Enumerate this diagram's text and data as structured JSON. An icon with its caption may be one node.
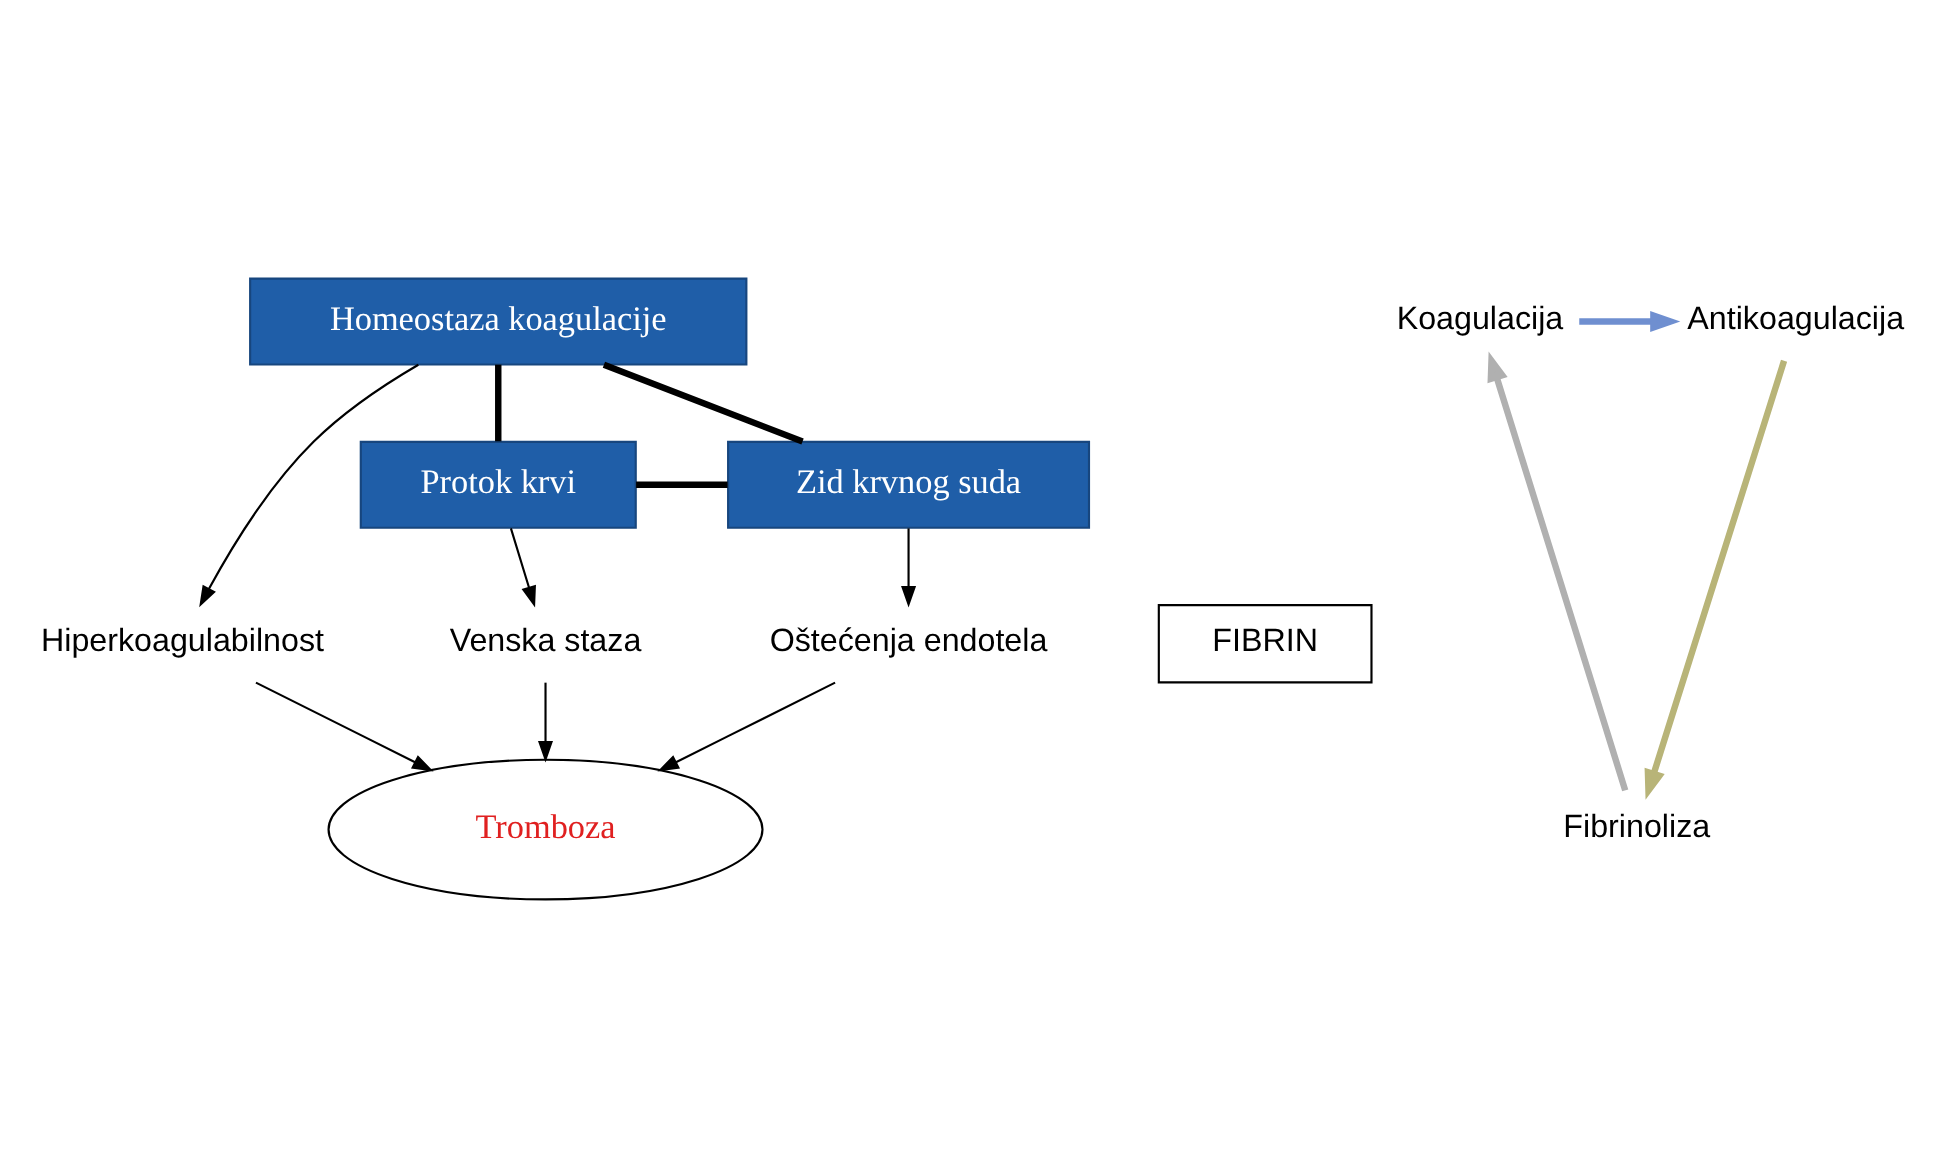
{
  "diagram": {
    "nodes": [
      {
        "text": [
          "Homeostaza koagulacije"
        ]
      },
      {
        "text": [
          "Hiperkoagulabilnost"
        ]
      },
      {
        "text": [
          "Tromboza"
        ]
      },
      {
        "text": [
          "Venska staza"
        ]
      },
      {
        "text": [
          "Oštećenja endotela"
        ]
      },
      {
        "text": [
          "Protok krvi"
        ]
      },
      {
        "text": [
          "Zid krvnog suda"
        ]
      },
      {
        "text": [
          "FIBRIN"
        ]
      },
      {
        "text": [
          "Koagulacija"
        ]
      },
      {
        "text": [
          "Antikoagulacija"
        ]
      },
      {
        "text": [
          "Fibrinoliza"
        ]
      }
    ],
    "edges": [
      {
        "from": 0,
        "to": 1,
        "arrow": "to"
      },
      {
        "from": 1,
        "to": 2,
        "arrow": "to"
      },
      {
        "from": 3,
        "to": 2,
        "arrow": "to"
      },
      {
        "from": 4,
        "to": 2,
        "arrow": "to"
      },
      {
        "from": 5,
        "to": 3,
        "arrow": "to"
      },
      {
        "from": 6,
        "to": 4,
        "arrow": "to"
      },
      {
        "from": 0,
        "to": 5,
        "arrow": "none",
        "style": "thick"
      },
      {
        "from": 0,
        "to": 6,
        "arrow": "none",
        "style": "thick"
      },
      {
        "from": 5,
        "to": 6,
        "arrow": "none",
        "style": "thick"
      },
      {
        "from": 8,
        "to": 9,
        "arrow": "to",
        "style": "thick",
        "color": "#6f8fd0"
      },
      {
        "from": 9,
        "to": 10,
        "arrow": "to",
        "style": "thick",
        "color": "#b8b478"
      },
      {
        "from": 10,
        "to": 8,
        "arrow": "to",
        "style": "thick",
        "color": "#b0b0b0"
      }
    ]
  }
}
